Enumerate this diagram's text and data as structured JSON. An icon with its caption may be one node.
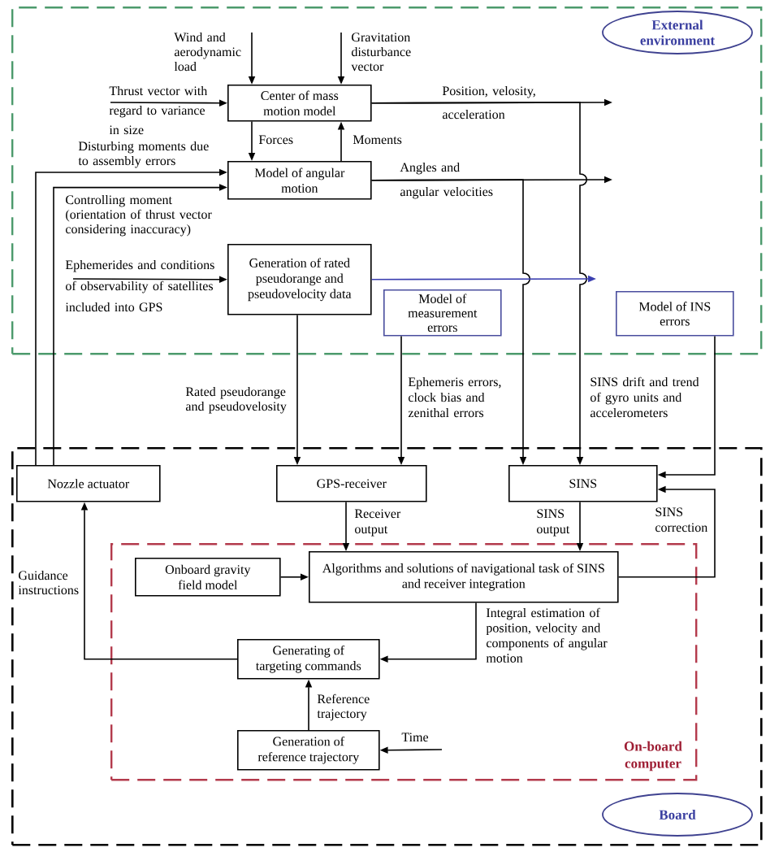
{
  "diagram": {
    "nodes": [
      {
        "text": [
          "External environment"
        ]
      },
      {
        "text": [
          "Center of mass motion model"
        ],
        "in": 0
      },
      {
        "text": [
          "Model of angular motion"
        ],
        "in": 0
      },
      {
        "text": [
          "Generation of rated pseudorange and pseudovelocity data"
        ],
        "in": 0
      },
      {
        "text": [
          "Model of measurement errors"
        ],
        "in": 0
      },
      {
        "text": [
          "Model of INS errors"
        ],
        "in": 0
      },
      {
        "text": [
          "Board"
        ]
      },
      {
        "text": [
          "Nozzle actuator"
        ],
        "in": 6
      },
      {
        "text": [
          "GPS-receiver"
        ],
        "in": 6
      },
      {
        "text": [
          "SINS"
        ],
        "in": 6
      },
      {
        "text": [
          "On-board computer"
        ],
        "in": 6
      },
      {
        "text": [
          "Onboard gravity field model"
        ],
        "in": 10
      },
      {
        "text": [
          "Algorithms and solutions of navigational task of SINS and receiver integration"
        ],
        "in": 10
      },
      {
        "text": [
          "Generating of targeting commands"
        ],
        "in": 10
      },
      {
        "text": [
          "Generation of reference trajectory"
        ],
        "in": 10
      }
    ],
    "edges": [
      {
        "from": null,
        "to": 1,
        "arrow": "to",
        "label": "Wind and aerodynamic load"
      },
      {
        "from": null,
        "to": 1,
        "arrow": "to",
        "label": "Gravitation disturbance vector"
      },
      {
        "from": null,
        "to": 1,
        "arrow": "to",
        "label": "Thrust vector with regard to variance in size"
      },
      {
        "from": 1,
        "to": 2,
        "arrow": "to",
        "label": "Forces"
      },
      {
        "from": 2,
        "to": 1,
        "arrow": "to",
        "label": "Moments"
      },
      {
        "from": 1,
        "to": null,
        "arrow": "to",
        "label": "Position, velosity, acceleration"
      },
      {
        "from": 1,
        "to": 9,
        "arrow": "to"
      },
      {
        "from": 7,
        "to": 2,
        "arrow": "to",
        "label": "Disturbing moments due to assembly errors"
      },
      {
        "from": 7,
        "to": 2,
        "arrow": "to",
        "label": "Controlling moment (orientation of thrust vector considering inaccuracy)"
      },
      {
        "from": 2,
        "to": null,
        "arrow": "to",
        "label": "Angles and angular velocities"
      },
      {
        "from": 2,
        "to": 9,
        "arrow": "to"
      },
      {
        "from": null,
        "to": 3,
        "arrow": "to",
        "label": "Ephemerides and conditions of observability of satellites included into GPS"
      },
      {
        "from": 3,
        "to": null,
        "arrow": "to",
        "color": "#3b3fb0"
      },
      {
        "from": 3,
        "to": 8,
        "arrow": "to",
        "label": "Rated pseudorange and pseudovelosity"
      },
      {
        "from": 4,
        "to": 8,
        "arrow": "to",
        "label": "Ephemeris errors, clock bias and zenithal errors"
      },
      {
        "from": 5,
        "to": 9,
        "arrow": "to",
        "label": "SINS drift and trend of gyro units and accelerometers"
      },
      {
        "from": 8,
        "to": 12,
        "arrow": "to",
        "label": "Receiver output"
      },
      {
        "from": 9,
        "to": 12,
        "arrow": "to",
        "label": "SINS output"
      },
      {
        "from": 12,
        "to": 9,
        "arrow": "to",
        "label": "SINS correction"
      },
      {
        "from": 11,
        "to": 12,
        "arrow": "to"
      },
      {
        "from": 12,
        "to": 13,
        "arrow": "to",
        "label": "Integral estimation of position, velocity and components of angular motion"
      },
      {
        "from": 13,
        "to": 7,
        "arrow": "to",
        "label": "Guidance instructions"
      },
      {
        "from": 14,
        "to": 13,
        "arrow": "to",
        "label": "Reference trajectory"
      },
      {
        "from": null,
        "to": 14,
        "arrow": "to",
        "label": "Time"
      }
    ]
  }
}
